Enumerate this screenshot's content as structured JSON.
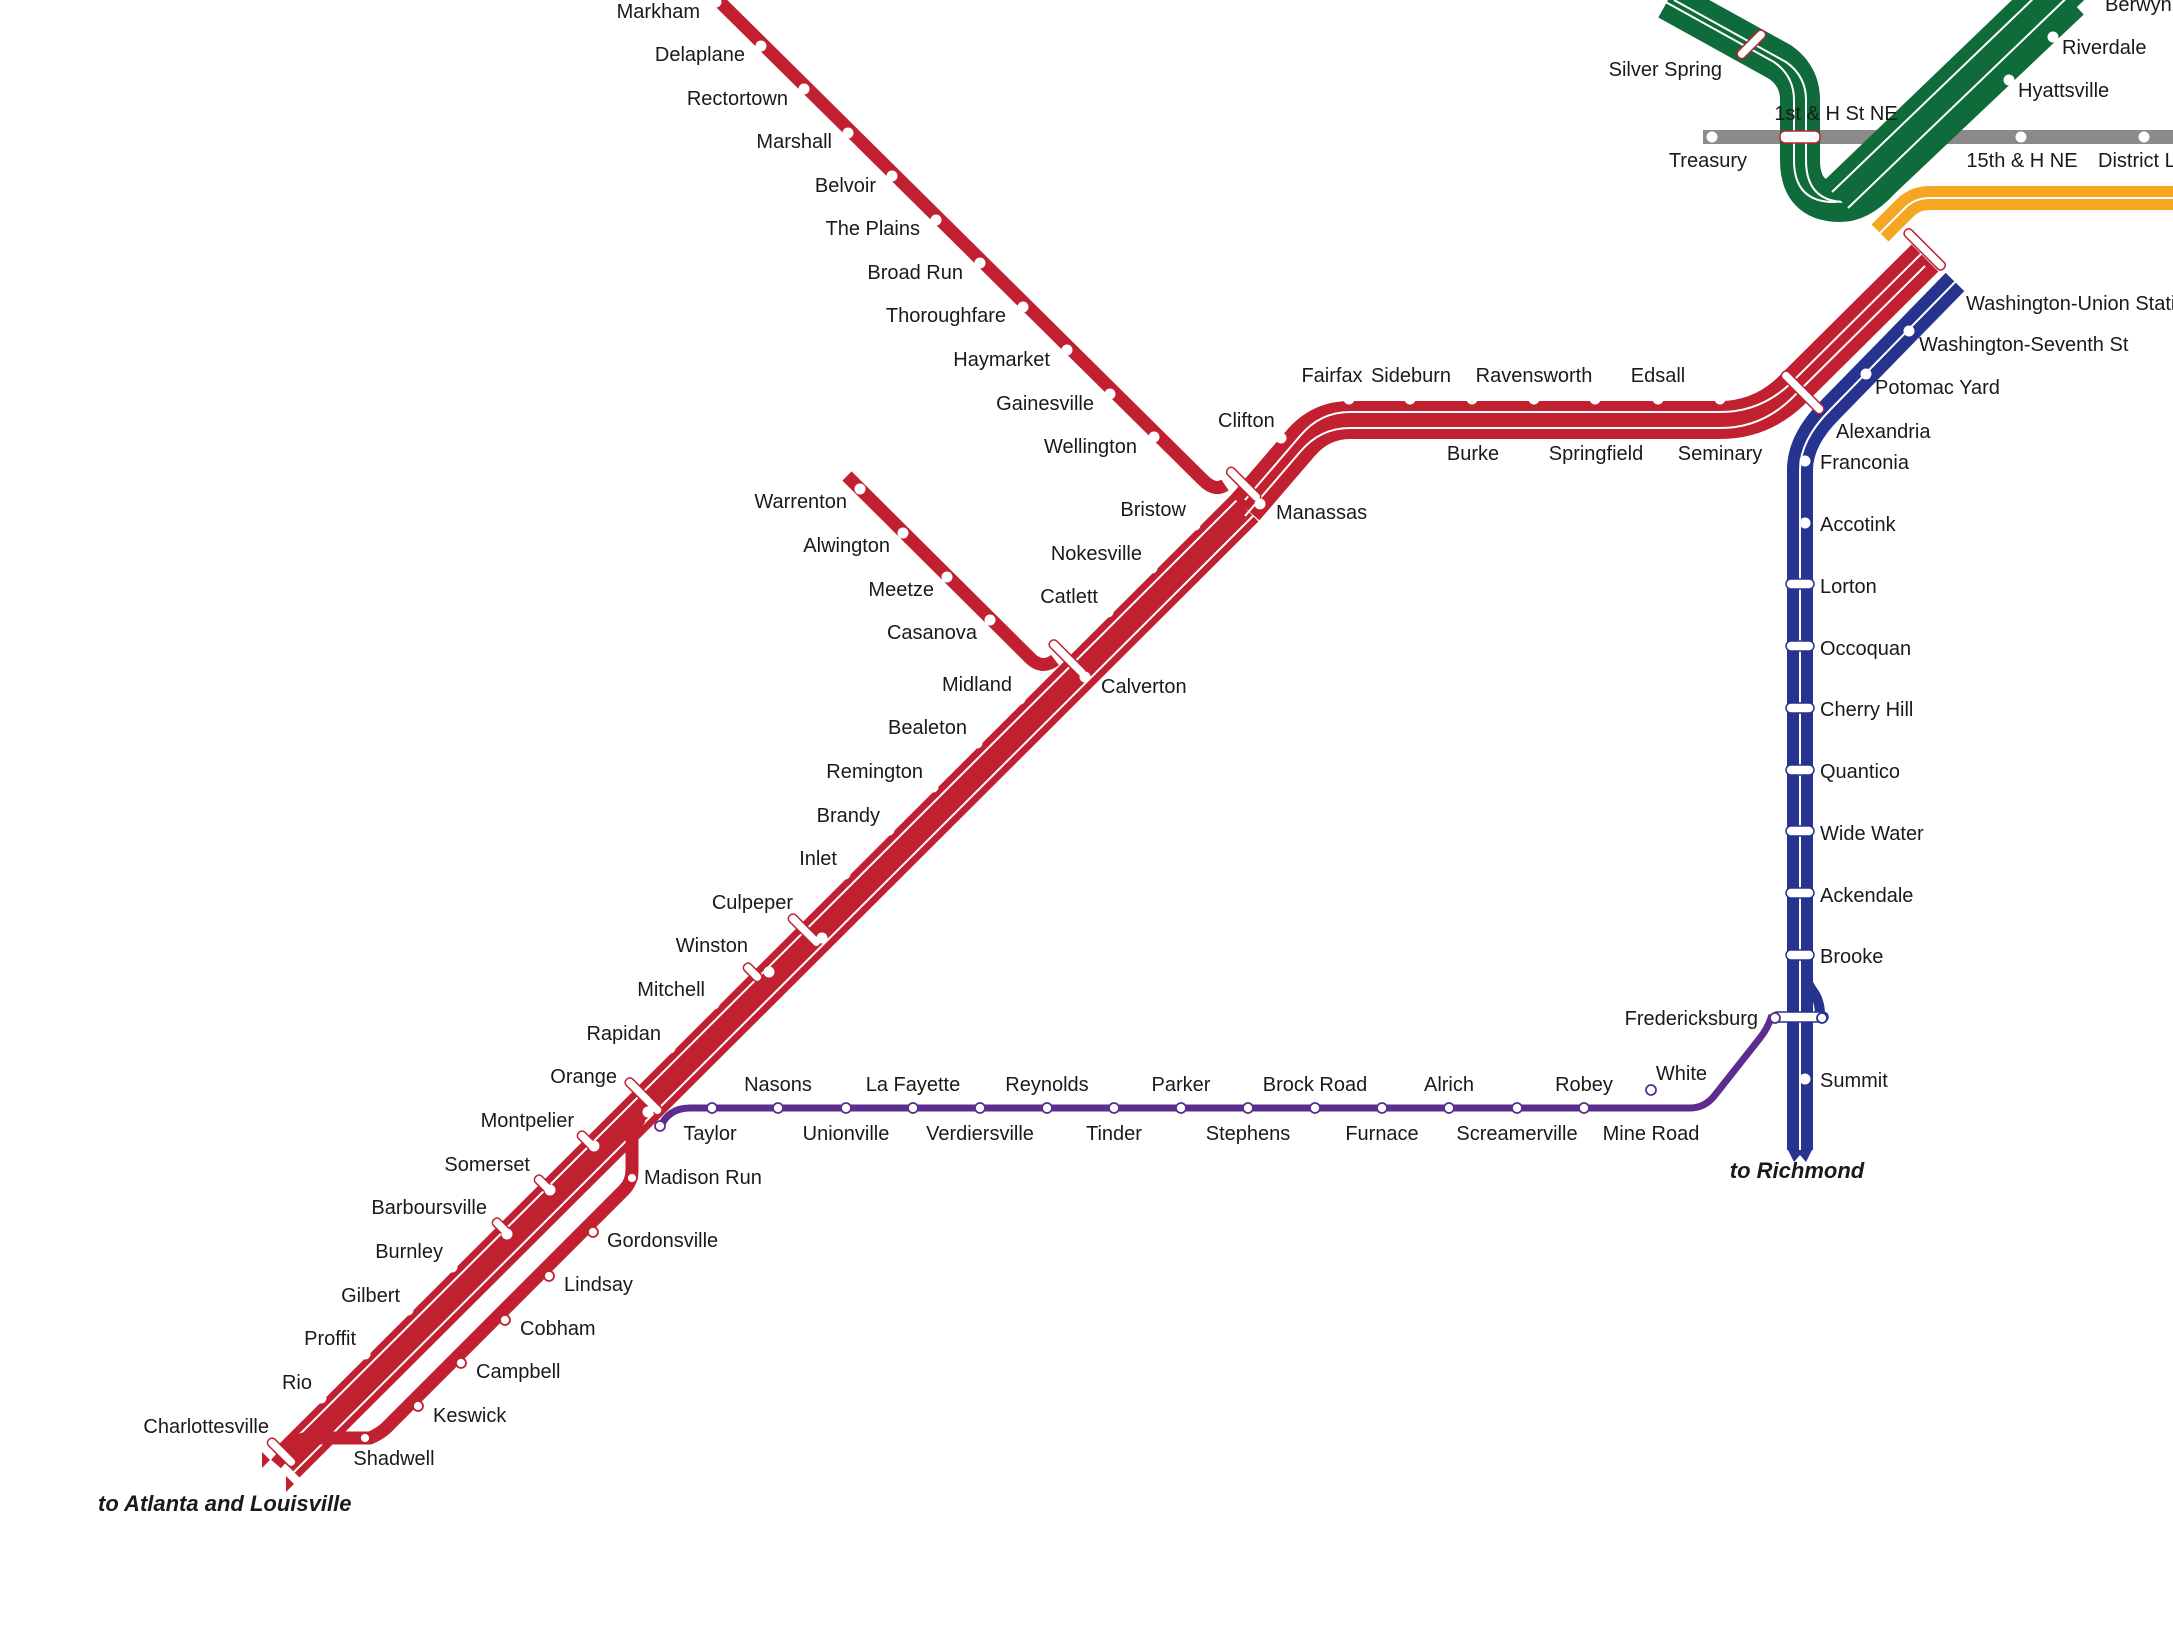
{
  "colors": {
    "red": "#c0202f",
    "blue": "#26348f",
    "purple": "#5b2d8e",
    "green": "#0f6b3a",
    "gray": "#8a8a8a",
    "orange": "#f5a623",
    "white": "#ffffff"
  },
  "destinations": {
    "southwest": "to Atlanta and Louisville",
    "south": "to Richmond"
  },
  "stations": {
    "markham": "Markham",
    "delaplane": "Delaplane",
    "rectortown": "Rectortown",
    "marshall": "Marshall",
    "belvoir": "Belvoir",
    "the_plains": "The Plains",
    "broad_run": "Broad Run",
    "thoroughfare": "Thoroughfare",
    "haymarket": "Haymarket",
    "gainesville": "Gainesville",
    "wellington": "Wellington",
    "clifton": "Clifton",
    "manassas": "Manassas",
    "bristow": "Bristow",
    "nokesville": "Nokesville",
    "catlett": "Catlett",
    "calverton": "Calverton",
    "warrenton": "Warrenton",
    "alwington": "Alwington",
    "meetze": "Meetze",
    "casanova": "Casanova",
    "midland": "Midland",
    "bealeton": "Bealeton",
    "remington": "Remington",
    "brandy": "Brandy",
    "inlet": "Inlet",
    "culpeper": "Culpeper",
    "winston": "Winston",
    "mitchell": "Mitchell",
    "rapidan": "Rapidan",
    "orange": "Orange",
    "montpelier": "Montpelier",
    "somerset": "Somerset",
    "barboursville": "Barboursville",
    "burnley": "Burnley",
    "gilbert": "Gilbert",
    "proffit": "Proffit",
    "rio": "Rio",
    "charlottesville": "Charlottesville",
    "shadwell": "Shadwell",
    "keswick": "Keswick",
    "campbell": "Campbell",
    "cobham": "Cobham",
    "lindsay": "Lindsay",
    "gordonsville": "Gordonsville",
    "madison_run": "Madison Run",
    "taylor": "Taylor",
    "nasons": "Nasons",
    "unionville": "Unionville",
    "la_fayette": "La Fayette",
    "verdiersville": "Verdiersville",
    "reynolds": "Reynolds",
    "tinder": "Tinder",
    "parker": "Parker",
    "stephens": "Stephens",
    "brock_road": "Brock Road",
    "furnace": "Furnace",
    "alrich": "Alrich",
    "screamerville": "Screamerville",
    "robey": "Robey",
    "mine_road": "Mine Road",
    "white": "White",
    "fredericksburg": "Fredericksburg",
    "summit": "Summit",
    "brooke": "Brooke",
    "ackendale": "Ackendale",
    "wide_water": "Wide Water",
    "quantico": "Quantico",
    "cherry_hill": "Cherry Hill",
    "occoquan": "Occoquan",
    "lorton": "Lorton",
    "accotink": "Accotink",
    "franconia": "Franconia",
    "alexandria": "Alexandria",
    "potomac_yard": "Potomac Yard",
    "washington_seventh_st": "Washington-Seventh St",
    "washington_union": "Washington-Union Station",
    "fairfax": "Fairfax",
    "sideburn": "Sideburn",
    "ravensworth": "Ravensworth",
    "edsall": "Edsall",
    "burke": "Burke",
    "springfield": "Springfield",
    "seminary": "Seminary",
    "silver_spring": "Silver Spring",
    "first_h_st_ne": "1st & H St NE",
    "treasury": "Treasury",
    "fifteenth_h_ne": "15th & H NE",
    "district_li": "District Li",
    "berwyn": "Berwyn",
    "riverdale": "Riverdale",
    "hyattsville": "Hyattsville"
  }
}
